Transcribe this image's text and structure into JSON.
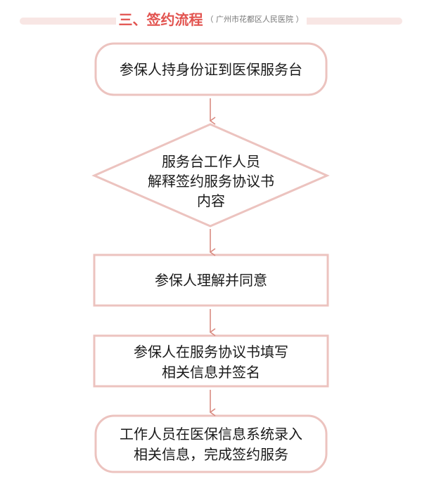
{
  "header": {
    "title": "三、签约流程",
    "subtitle": "（ 广州市花都区人民医院 ）"
  },
  "colors": {
    "title": "#e2534f",
    "border": "#ecc3bf",
    "arrow": "#d98a80"
  },
  "flow": {
    "step1": {
      "line1": "参保人持身份证到医保服务台"
    },
    "step2": {
      "line1": "服务台工作人员",
      "line2": "解释签约服务协议书",
      "line3": "内容"
    },
    "step3": {
      "line1": "参保人理解并同意"
    },
    "step4": {
      "line1": "参保人在服务协议书填写",
      "line2": "相关信息并签名"
    },
    "step5": {
      "line1": "工作人员在医保信息系统录入",
      "line2": "相关信息，完成签约服务"
    }
  }
}
